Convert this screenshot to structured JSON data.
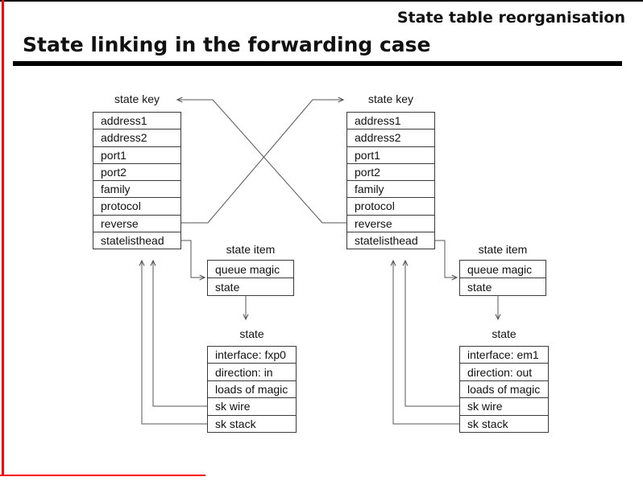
{
  "slide": {
    "header": "State table reorganisation",
    "title": "State linking in the forwarding case",
    "border_color": "#ff0000",
    "rule_color": "#000000",
    "line_color": "#555555"
  },
  "diagram": {
    "left": {
      "state_key": {
        "label": "state key",
        "rows": [
          "address1",
          "address2",
          "port1",
          "port2",
          "family",
          "protocol",
          "reverse",
          "statelisthead"
        ]
      },
      "state_item": {
        "label": "state item",
        "rows": [
          "queue magic",
          "state"
        ]
      },
      "state": {
        "label": "state",
        "rows": [
          "interface: fxp0",
          "direction: in",
          "loads of magic",
          "sk wire",
          "sk stack"
        ]
      }
    },
    "right": {
      "state_key": {
        "label": "state key",
        "rows": [
          "address1",
          "address2",
          "port1",
          "port2",
          "family",
          "protocol",
          "reverse",
          "statelisthead"
        ]
      },
      "state_item": {
        "label": "state item",
        "rows": [
          "queue magic",
          "state"
        ]
      },
      "state": {
        "label": "state",
        "rows": [
          "interface: em1",
          "direction: out",
          "loads of magic",
          "sk wire",
          "sk stack"
        ]
      }
    }
  }
}
